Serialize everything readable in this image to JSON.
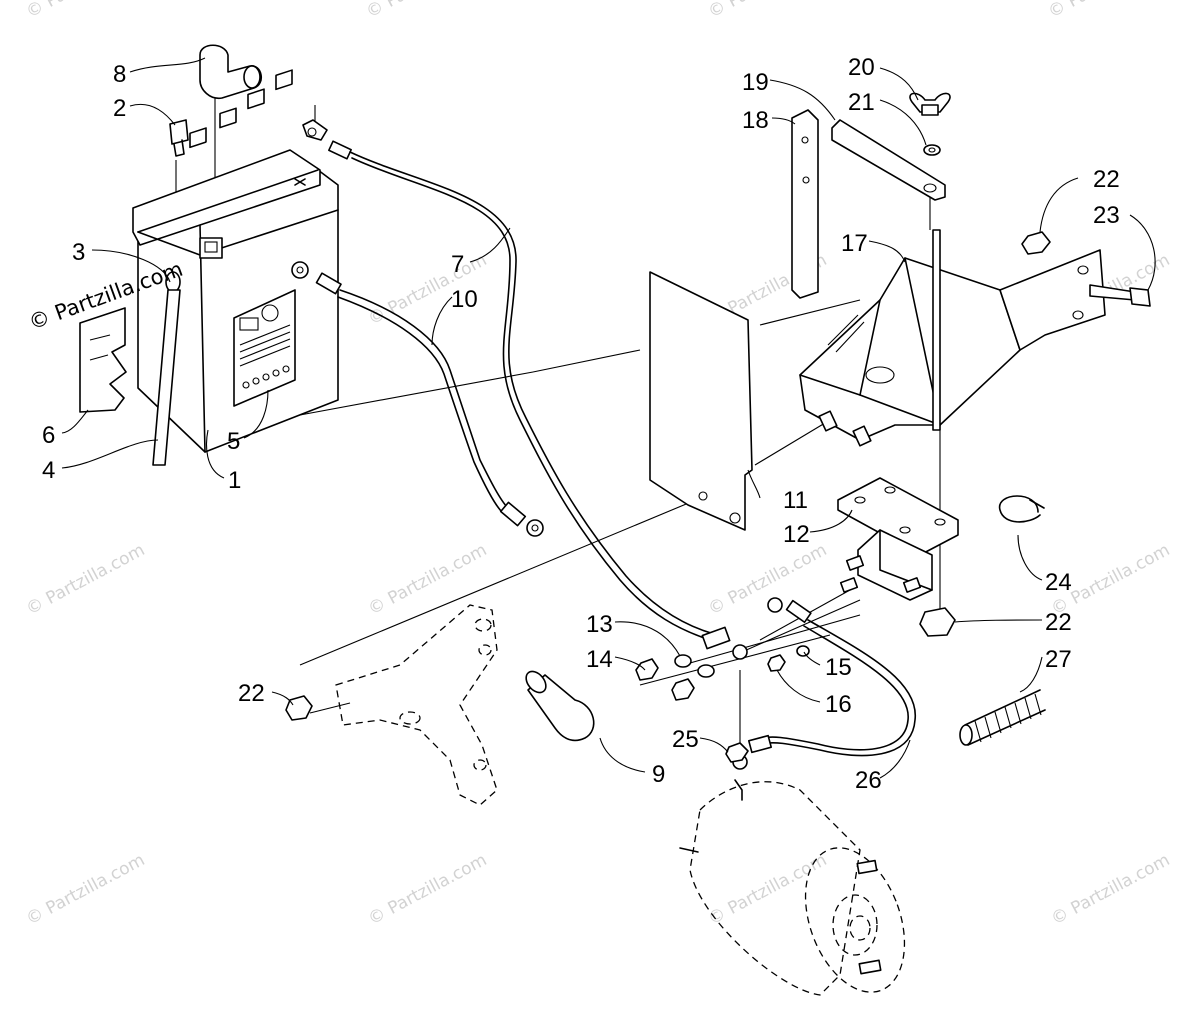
{
  "watermark": {
    "main_text": "© Partzilla.com",
    "tile_text": "© Partzilla.com"
  },
  "callouts": [
    {
      "label": "8"
    },
    {
      "label": "2"
    },
    {
      "label": "3"
    },
    {
      "label": "6"
    },
    {
      "label": "4"
    },
    {
      "label": "5"
    },
    {
      "label": "1"
    },
    {
      "label": "7"
    },
    {
      "label": "10"
    },
    {
      "label": "19"
    },
    {
      "label": "20"
    },
    {
      "label": "21"
    },
    {
      "label": "18"
    },
    {
      "label": "17"
    },
    {
      "label": "22"
    },
    {
      "label": "23"
    },
    {
      "label": "11"
    },
    {
      "label": "12"
    },
    {
      "label": "24"
    },
    {
      "label": "13"
    },
    {
      "label": "14"
    },
    {
      "label": "15"
    },
    {
      "label": "16"
    },
    {
      "label": "22"
    },
    {
      "label": "27"
    },
    {
      "label": "22"
    },
    {
      "label": "25"
    },
    {
      "label": "9"
    },
    {
      "label": "26"
    }
  ],
  "colors": {
    "ink": "#000000",
    "watermark": "#d2d2d2",
    "background": "#ffffff"
  }
}
